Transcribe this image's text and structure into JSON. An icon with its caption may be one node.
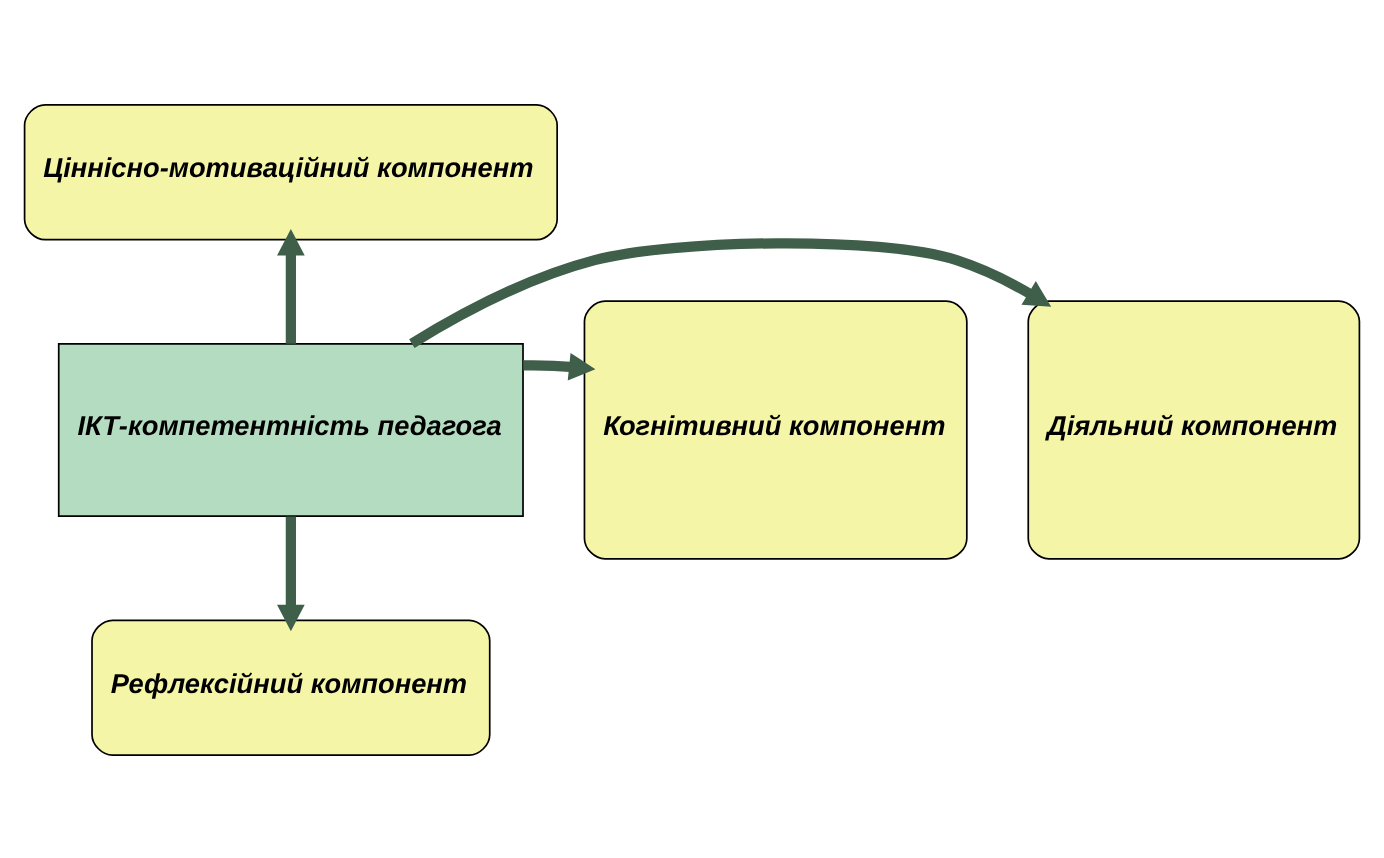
{
  "diagram": {
    "nodes": [
      {
        "text": [
          "Ціннісно-мотиваційний компонент"
        ]
      },
      {
        "text": [
          "Діяльний компонент"
        ]
      },
      {
        "text": [
          "ІКТ-компетентність педагога"
        ]
      },
      {
        "text": [
          "Когнітивний компонент"
        ]
      },
      {
        "text": [
          "Рефлексійний компонент"
        ]
      }
    ],
    "edges": [
      {
        "from": 2,
        "to": 0,
        "arrow": "to"
      },
      {
        "from": 2,
        "to": 1,
        "arrow": "to"
      },
      {
        "from": 2,
        "to": 3,
        "arrow": "to"
      },
      {
        "from": 2,
        "to": 4,
        "arrow": "to"
      }
    ]
  }
}
